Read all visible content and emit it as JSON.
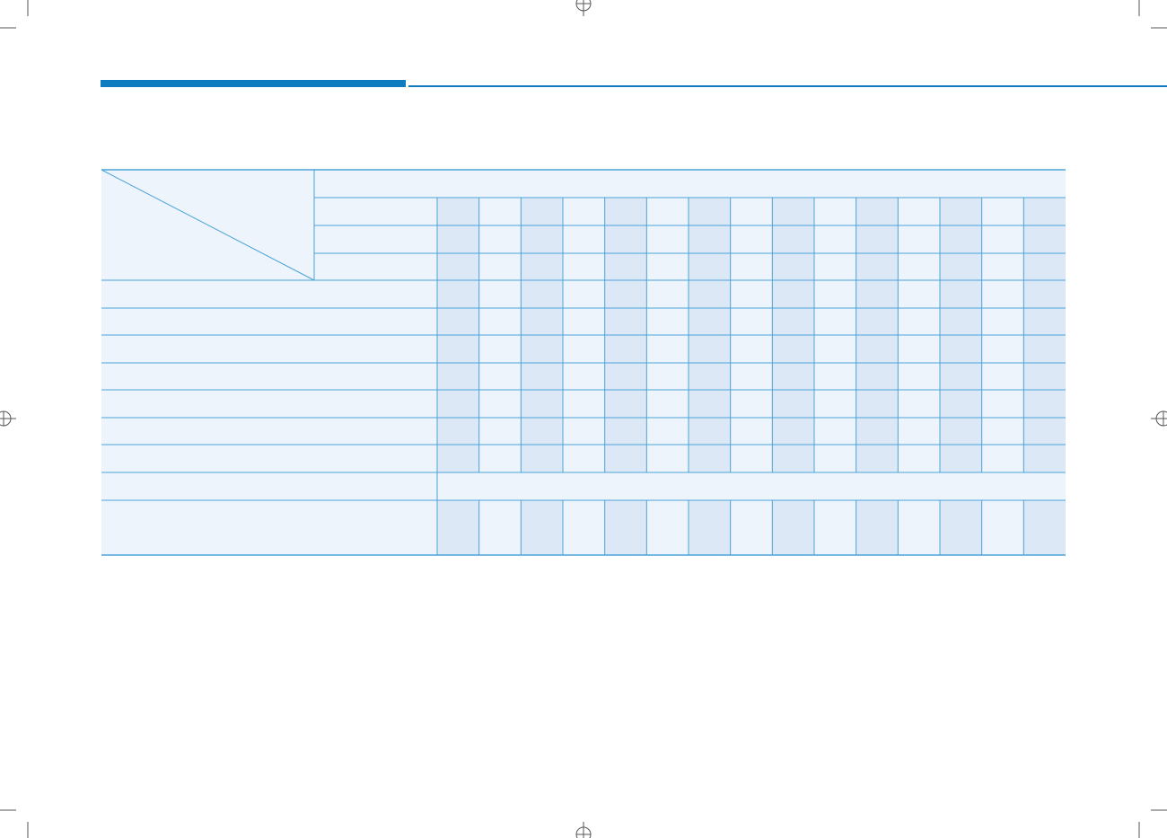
{
  "page": {
    "colors": {
      "accent": "#0f7cc2",
      "grid_line": "#4aa3d8",
      "cell_light": "#eef4fb",
      "cell_shaded": "#dce8f6",
      "crop_marks": "#555555"
    }
  },
  "table": {
    "header_rows": 4,
    "body_rows": 7,
    "merged_row": 1,
    "footer_rows": 1,
    "value_columns": 15,
    "shaded_columns": [
      0,
      2,
      4,
      6,
      8,
      10,
      12,
      14
    ],
    "cells": []
  }
}
